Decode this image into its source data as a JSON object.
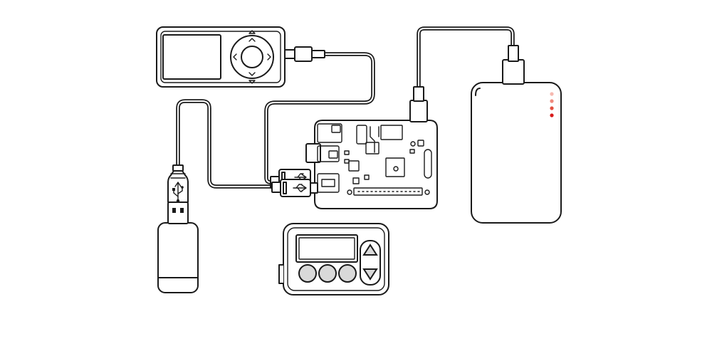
{
  "diagram": {
    "background": "#ffffff",
    "stroke_color": "#1a1a1a",
    "button_fill": "#d9d9d9",
    "devices": [
      {
        "id": "media-player",
        "kind": "portable media player with click wheel"
      },
      {
        "id": "usb-stick",
        "kind": "usb wireless dongle"
      },
      {
        "id": "single-board-computer",
        "kind": "circuit board computer"
      },
      {
        "id": "power-bank",
        "kind": "battery pack with charge leds"
      },
      {
        "id": "pager-device",
        "kind": "pager / insulin pump style device"
      }
    ],
    "power_bank_leds": [
      "#f6b9b0",
      "#ef8a7d",
      "#e2503f",
      "#d81b1b"
    ],
    "connections": [
      {
        "from": "media-player",
        "to": "single-board-computer"
      },
      {
        "from": "usb-stick",
        "to": "single-board-computer"
      },
      {
        "from": "power-bank",
        "to": "single-board-computer"
      }
    ]
  }
}
